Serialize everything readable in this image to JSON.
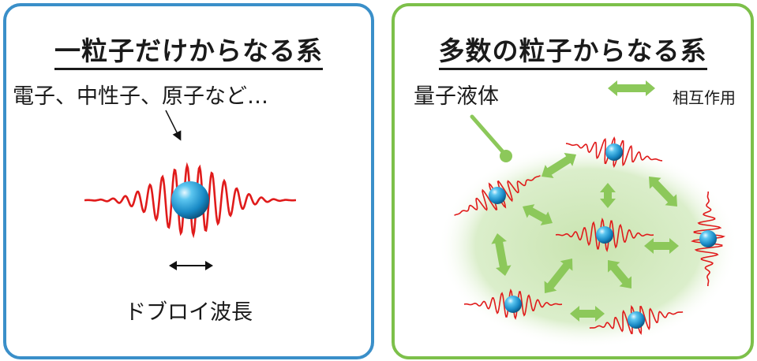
{
  "left_panel": {
    "title": "一粒子だけからなる系",
    "examples": "電子、中性子、原子など…",
    "wavelength_label": "ドブロイ波長"
  },
  "right_panel": {
    "title": "多数の粒子からなる系",
    "liquid_label": "量子液体",
    "interaction_label": "相互作用"
  },
  "colors": {
    "left_border": "#3a8fc9",
    "right_border": "#7dc04a",
    "wave": "#e01b1b",
    "particle": "#1f9fd8",
    "arrow": "#8cc85a",
    "cloud": "#d6ebc4"
  }
}
